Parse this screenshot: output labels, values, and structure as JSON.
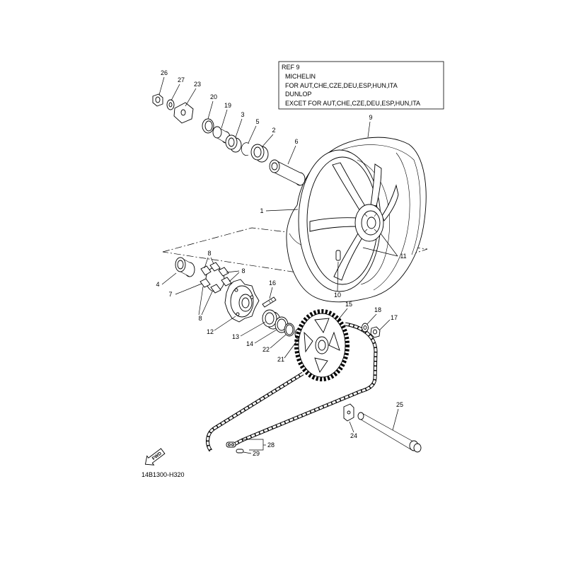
{
  "ref_box": {
    "title": "REF 9",
    "line1": "MICHELIN",
    "line2": "FOR AUT,CHE,CZE,DEU,ESP,HUN,ITA",
    "line3": "DUNLOP",
    "line4": "EXCET FOR AUT,CHE,CZE,DEU,ESP,HUN,ITA"
  },
  "callouts": {
    "p1": "1",
    "p2": "2",
    "p3": "3",
    "p4": "4",
    "p5": "5",
    "p6": "6",
    "p7": "7",
    "p8a": "8",
    "p8b": "8",
    "p8c": "8",
    "p9": "9",
    "p10": "10",
    "p11": "11",
    "p12": "12",
    "p13": "13",
    "p14": "14",
    "p15": "15",
    "p16": "16",
    "p17": "17",
    "p18": "18",
    "p19": "19",
    "p20": "20",
    "p21": "21",
    "p22": "22",
    "p23": "23",
    "p24": "24",
    "p25": "25",
    "p26": "26",
    "p27": "27",
    "p28": "28",
    "p29": "29"
  },
  "figure_code": "14B1300-H320",
  "fwd_icon": {
    "icon": "fwd-arrow-icon",
    "label": "FWD"
  },
  "colors": {
    "line": "#000000",
    "background": "#ffffff"
  }
}
